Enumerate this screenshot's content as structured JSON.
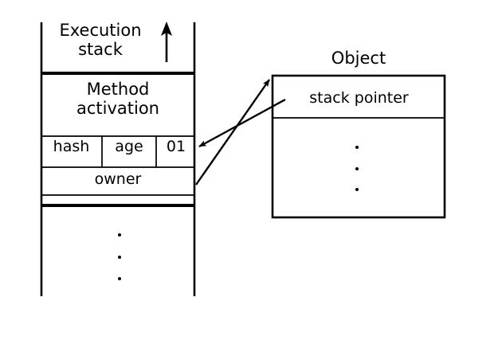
{
  "diagram": {
    "title": "Execution stack and Object",
    "ink_color": "#000000",
    "background_color": "#ffffff",
    "stack": {
      "label": "Execution\nstack",
      "direction_arrow": "up-arrow-icon",
      "frame_label": "Method\nactivation",
      "fields_row": [
        {
          "label": "hash"
        },
        {
          "label": "age"
        },
        {
          "label": "01"
        }
      ],
      "owner_row": {
        "label": "owner"
      },
      "continuation_dots": 3
    },
    "object": {
      "title": "Object",
      "header_row": {
        "label": "stack pointer"
      },
      "continuation_dots": 3
    },
    "connectors": [
      {
        "name": "stack-pointer-to-flag",
        "from": "object.stack pointer",
        "to": "stack.01",
        "arrowhead": "at-stack"
      },
      {
        "name": "owner-to-object",
        "from": "stack.owner",
        "to": "object",
        "arrowhead": "at-object"
      }
    ]
  }
}
